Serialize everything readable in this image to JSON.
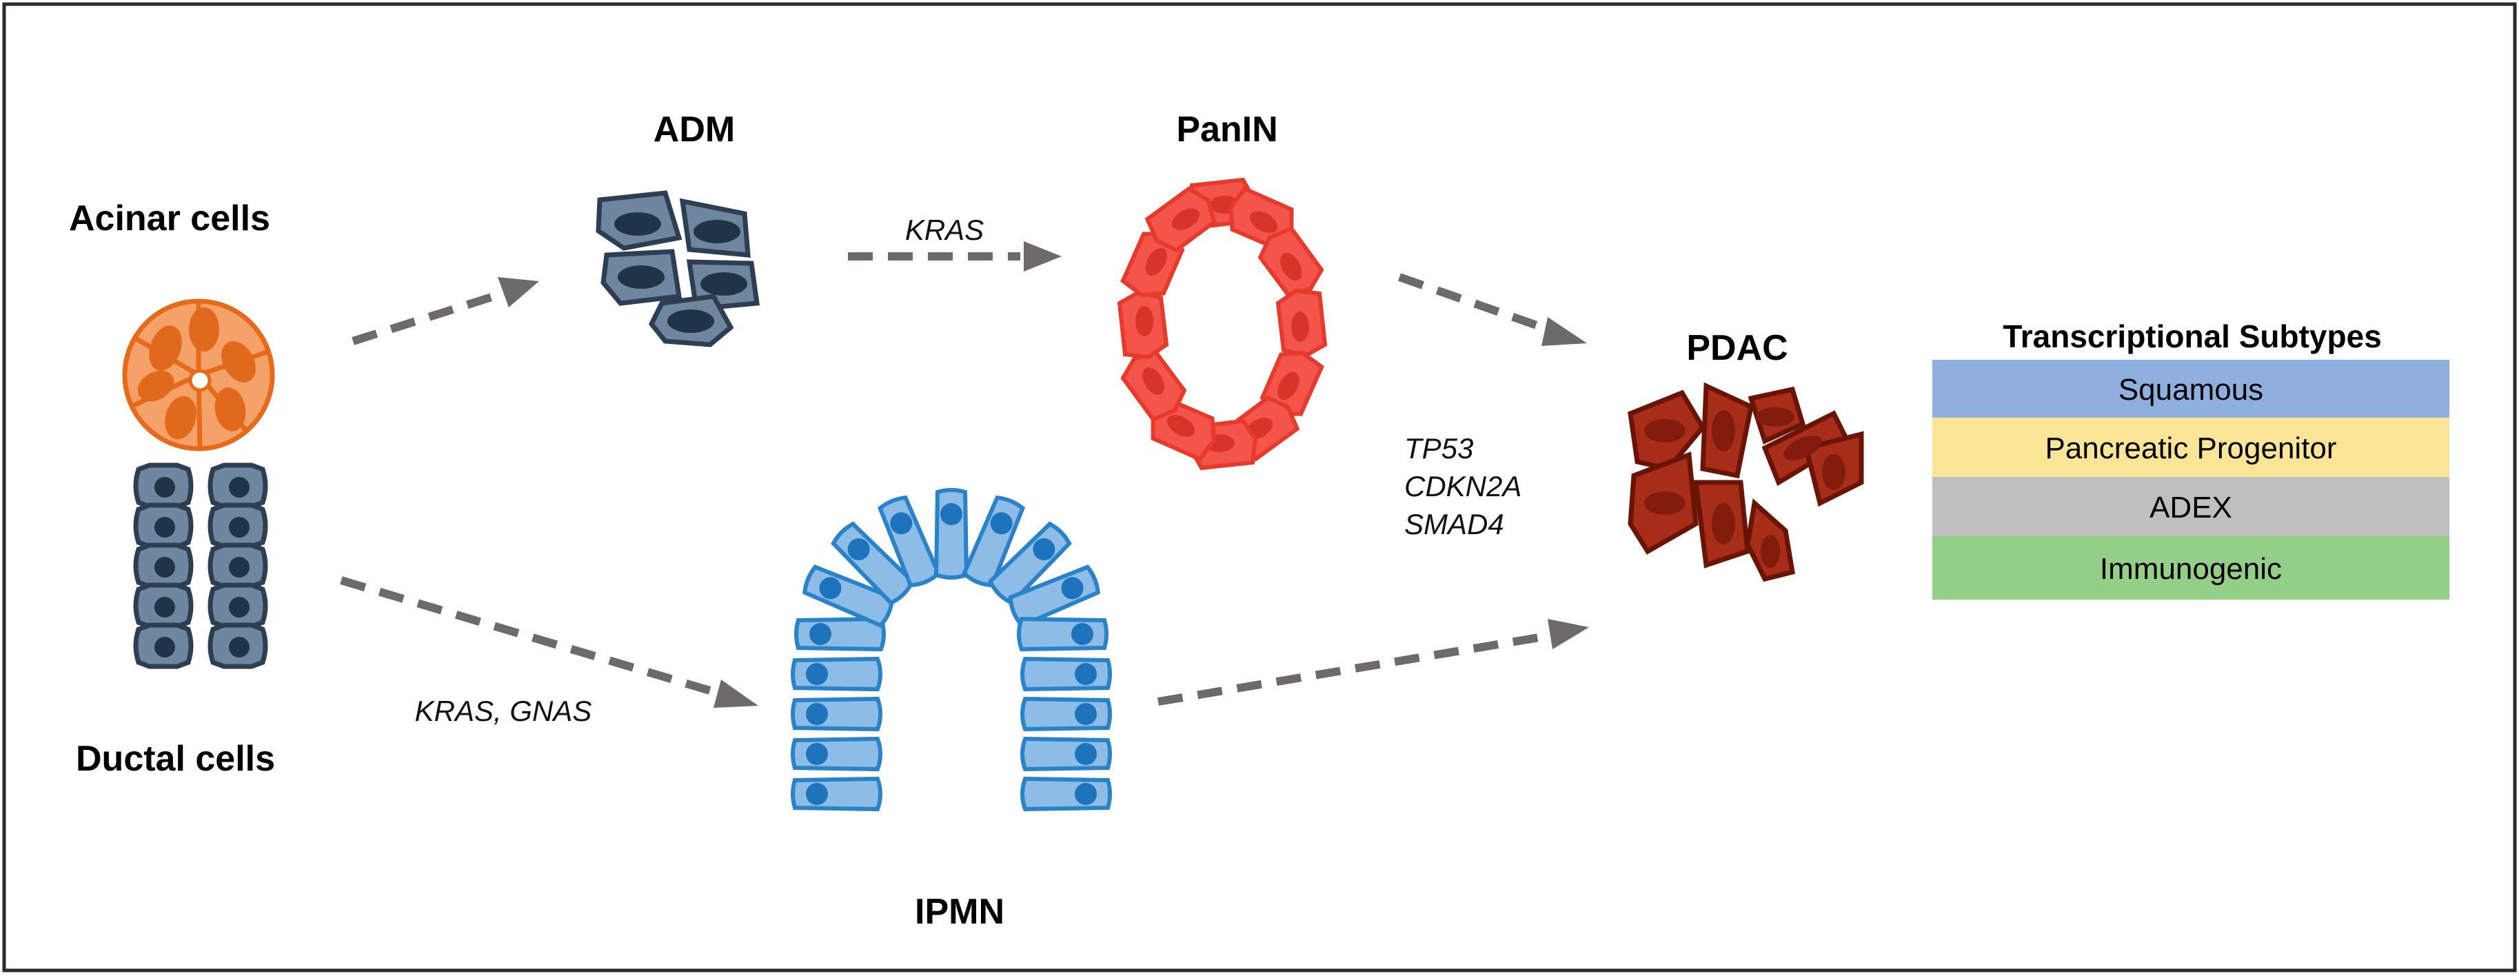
{
  "labels": {
    "acinar": "Acinar cells",
    "ductal": "Ductal cells",
    "adm": "ADM",
    "panin": "PanIN",
    "ipmn": "IPMN",
    "pdac": "PDAC"
  },
  "genes": {
    "kras": "KRAS",
    "kras_gnas": "KRAS, GNAS",
    "tp53": "TP53",
    "cdkn2a": "CDKN2A",
    "smad4": "SMAD4"
  },
  "subtypes": {
    "title": "Transcriptional Subtypes",
    "items": [
      {
        "label": "Squamous",
        "color": "#8fb0df"
      },
      {
        "label": "Pancreatic Progenitor",
        "color": "#fde597"
      },
      {
        "label": "ADEX",
        "color": "#bfbfbf"
      },
      {
        "label": "Immunogenic",
        "color": "#93cf86"
      }
    ]
  },
  "colors": {
    "acinar_fill": "#f4a16a",
    "acinar_stroke": "#e66a1a",
    "acinar_nucleus": "#e0691b",
    "ductal_fill": "#6e879e",
    "ductal_stroke": "#2d3e52",
    "ductal_nucleus": "#1f3447",
    "panin_fill": "#f4554a",
    "panin_stroke": "#e8392d",
    "panin_nucleus": "#d9342a",
    "ipmn_fill": "#8dbde6",
    "ipmn_stroke": "#2a83c9",
    "ipmn_nucleus": "#1d74bd",
    "pdac_fill": "#a82d18",
    "pdac_stroke": "#6a1405",
    "pdac_nucleus": "#821c0c",
    "arrow": "#6e6a6a"
  }
}
